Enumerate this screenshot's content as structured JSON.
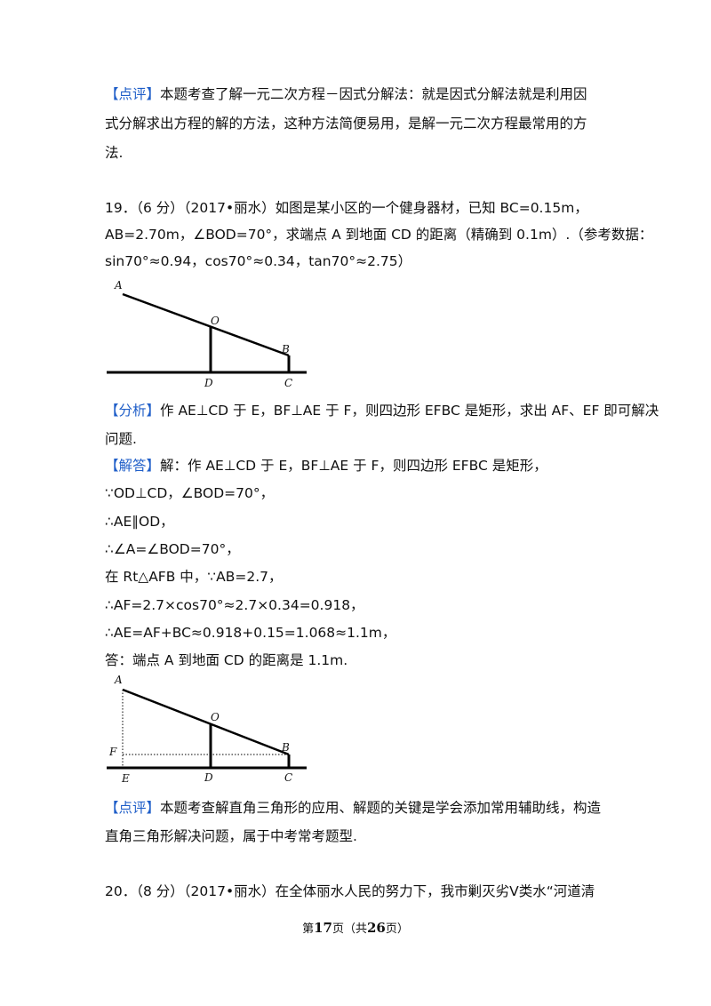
{
  "review1": {
    "tag": "【点评】",
    "line1": "本题考查了解一元二次方程－因式分解法：就是因式分解法就是利用因",
    "line2": "式分解求出方程的解的方法，这种方法简便易用，是解一元二次方程最常用的方",
    "line3": "法."
  },
  "problem19": {
    "line1": "19．（6 分）（2017•丽水）如图是某小区的一个健身器材，已知 BC=0.15m，",
    "line2": "AB=2.70m，∠BOD=70°，求端点 A 到地面 CD 的距离（精确到 0.1m）.（参考数据：",
    "line3": "sin70°≈0.94，cos70°≈0.34，tan70°≈2.75）"
  },
  "figure1": {
    "labels": {
      "A": "A",
      "O": "O",
      "B": "B",
      "D": "D",
      "C": "C"
    }
  },
  "analysis": {
    "tag": "【分析】",
    "line1": "作 AE⊥CD 于 E，BF⊥AE 于 F，则四边形 EFBC 是矩形，求出 AF、EF 即可解决",
    "line2": "问题."
  },
  "solution": {
    "tag": "【解答】",
    "line1": "解：作 AE⊥CD 于 E，BF⊥AE 于 F，则四边形 EFBC 是矩形，",
    "line2": "∵OD⊥CD，∠BOD=70°，",
    "line3": "∴AE∥OD，",
    "line4": "∴∠A=∠BOD=70°，",
    "line5": "在 Rt△AFB 中，∵AB=2.7，",
    "line6": "∴AF=2.7×cos70°≈2.7×0.34=0.918，",
    "line7": "∴AE=AF+BC≈0.918+0.15=1.068≈1.1m，",
    "line8": "答：端点 A 到地面 CD 的距离是 1.1m."
  },
  "figure2": {
    "labels": {
      "A": "A",
      "O": "O",
      "B": "B",
      "F": "F",
      "E": "E",
      "D": "D",
      "C": "C"
    }
  },
  "review2": {
    "tag": "【点评】",
    "line1": "本题考查解直角三角形的应用、解题的关键是学会添加常用辅助线，构造",
    "line2": "直角三角形解决问题，属于中考常考题型."
  },
  "problem20": {
    "line1": "20．（8 分）（2017•丽水）在全体丽水人民的努力下，我市剿灭劣Ⅴ类水“河道清"
  },
  "footer": {
    "prefix": "第",
    "page": "17",
    "middle": "页（共",
    "total": "26",
    "suffix": "页）"
  }
}
